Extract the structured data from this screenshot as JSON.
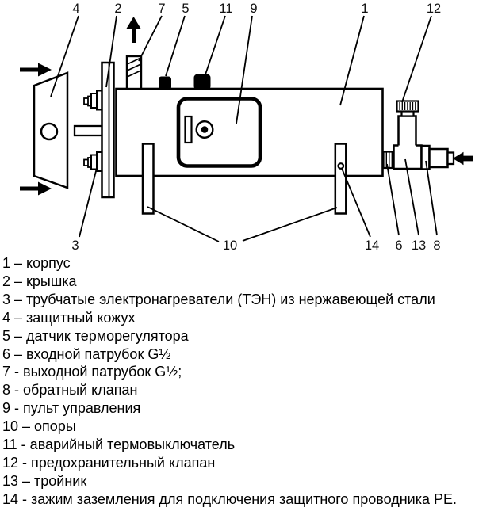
{
  "figure": {
    "description": "Схема электрического проточного водонагревателя",
    "colors": {
      "line": "#000000",
      "fill": "#ffffff",
      "text": "#000000"
    }
  },
  "diagram": {
    "labels": {
      "n1": "1",
      "n2": "2",
      "n3": "3",
      "n4": "4",
      "n5": "5",
      "n6": "6",
      "n7": "7",
      "n8": "8",
      "n9": "9",
      "n10": "10",
      "n11": "11",
      "n12": "12",
      "n13": "13",
      "n14": "14"
    }
  },
  "legend": {
    "items": [
      "1 – корпус",
      "2 – крышка",
      "3 – трубчатые электронагреватели (ТЭН) из нержавеющей стали",
      "4 – защитный кожух",
      "5 – датчик терморегулятора",
      "6 – входной патрубок G½",
      "7 - выходной патрубок G½;",
      "8 - обратный клапан",
      "9 - пульт управления",
      "10 – опоры",
      "11 - аварийный термовыключатель",
      "12 - предохранительный клапан",
      "13 – тройник",
      "14 - зажим заземления для подключения защитного проводника PE."
    ]
  }
}
